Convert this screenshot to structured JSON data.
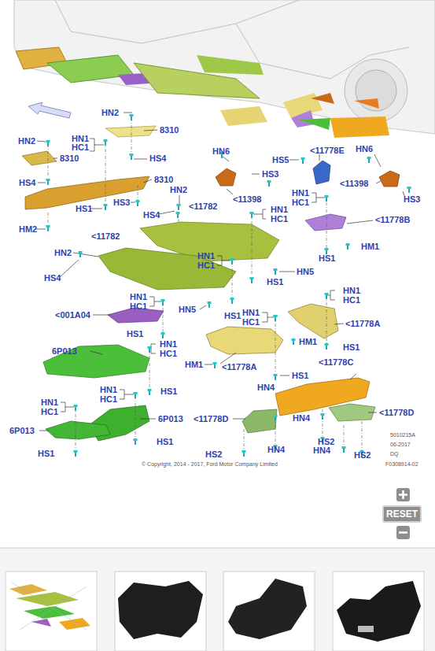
{
  "diagram": {
    "labels": [
      "HN2",
      "HN1",
      "HC1",
      "8310",
      "HN2",
      "8310",
      "HS4",
      "8310",
      "HS4",
      "HS1",
      "HS3",
      "HM2",
      "HN2",
      "HS4",
      "<11782",
      "HN1",
      "HC1",
      "HN2",
      "<11782",
      "HS4",
      "HN1",
      "HC1",
      "HN5",
      "HS1",
      "HN1",
      "HC1",
      "<001A04",
      "HN5",
      "HS1",
      "HN1",
      "HC1",
      "HS1",
      "HN6",
      "HS3",
      "<11398",
      "HS5",
      "<11778E",
      "HN6",
      "<11398",
      "HS3",
      "HN1",
      "HC1",
      "<11778B",
      "HM1",
      "HS1",
      "HN1",
      "HC1",
      "<11778A",
      "HM1",
      "HS1",
      "HM1",
      "<11778A",
      "HS1",
      "HN4",
      "<11778C",
      "HN1",
      "HC1",
      "6P013",
      "HS1",
      "HN1",
      "HC1",
      "6P013",
      "HN1",
      "HC1",
      "6P013",
      "HS1",
      "HS1",
      "<11778D",
      "HN4",
      "<11778D",
      "HS2",
      "HN4",
      "HS2",
      "HN4",
      "HS2",
      "5010215A",
      "06-2017",
      "DQ",
      "F0308914-02",
      "© Copyright, 2014 - 2017, Ford Motor Company Limited",
      "RESET"
    ]
  }
}
